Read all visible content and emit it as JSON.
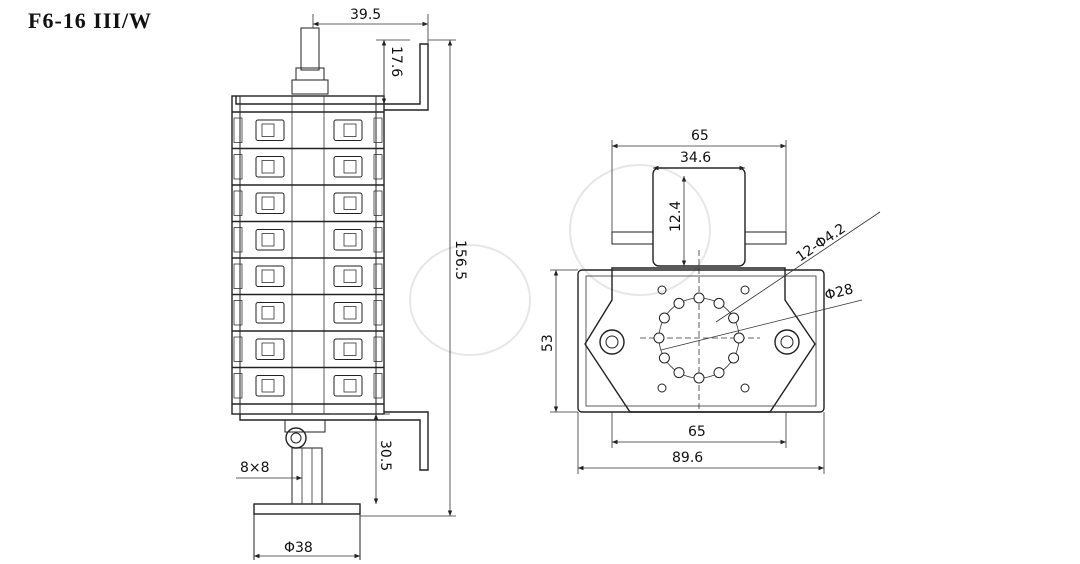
{
  "title": "F6-16 III/W",
  "side_view": {
    "dims": {
      "top_offset": "39.5",
      "bracket_height": "17.6",
      "total_height": "156.5",
      "shaft_length": "30.5",
      "shaft_square": "8×8",
      "knob_diameter": "Φ38"
    },
    "wafer_count": 8
  },
  "front_view": {
    "dims": {
      "top_width": "65",
      "window_width": "34.6",
      "window_height": "12.4",
      "holes": "12-Φ4.2",
      "circle_dia": "Φ28",
      "height": "53",
      "base_width": "65",
      "overall_width": "89.6"
    },
    "hole_count": 12
  }
}
